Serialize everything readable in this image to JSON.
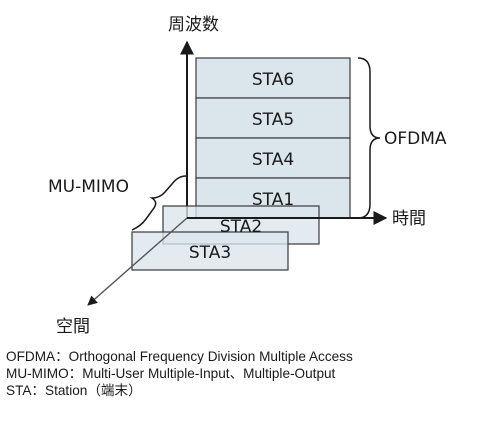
{
  "axes": {
    "frequency": "周波数",
    "time": "時間",
    "space": "空間"
  },
  "stations": {
    "sta6": "STA6",
    "sta5": "STA5",
    "sta4": "STA4",
    "sta1": "STA1",
    "sta2": "STA2",
    "sta3": "STA3"
  },
  "brackets": {
    "ofdma": "OFDMA",
    "mu_mimo": "MU-MIMO"
  },
  "legend": [
    "OFDMA：Orthogonal Frequency Division Multiple Access",
    "MU-MIMO：Multi-User Multiple-Input、Multiple-Output",
    "STA：Station（端末）"
  ],
  "colors": {
    "block_fill": "#dbe5ec",
    "block_stroke": "#3a3a3a",
    "axis": "#1a1a1a",
    "space_axis": "#555555"
  }
}
